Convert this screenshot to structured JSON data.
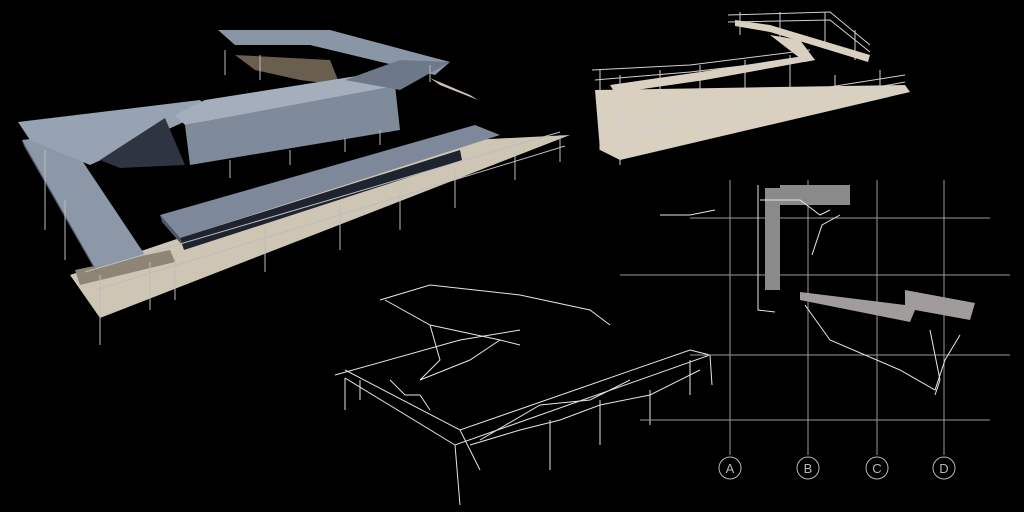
{
  "theme": {
    "background": "#000000",
    "roof": "#7f8a9b",
    "roof_dark": "#596373",
    "roof_light": "#9aa5b5",
    "deck": "#cfc5b4",
    "deck_shadow": "#8f8576",
    "line": "#cfcfcf",
    "sketch": "#e6e6e6",
    "plan_fill": "#8a8a8a"
  },
  "grid": {
    "axes": [
      {
        "label": "A"
      },
      {
        "label": "B"
      },
      {
        "label": "C"
      },
      {
        "label": "D"
      }
    ]
  }
}
